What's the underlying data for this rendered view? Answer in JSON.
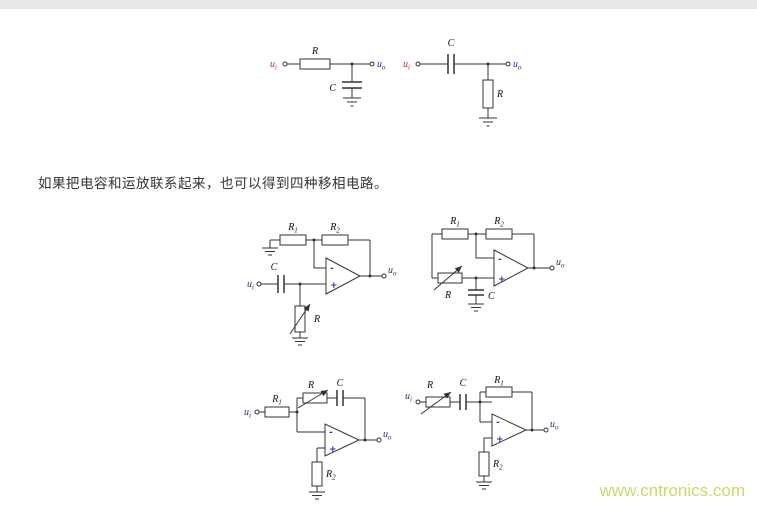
{
  "page": {
    "paragraph": "如果把电容和运放联系起来，也可以得到四种移相电路。",
    "watermark": "www.cntronics.com"
  },
  "colors": {
    "input_label": "#cc2222",
    "output_label": "#2222cc",
    "opamp_sign": "#2233bb",
    "wire": "#333333",
    "watermark": "#ccd96a",
    "top_strip": "#e8e8e8"
  },
  "rc_lowpass": {
    "series_resistor": "R",
    "shunt_capacitor": "C",
    "input_base": "u",
    "input_sub": "i",
    "output_base": "u",
    "output_sub": "o"
  },
  "rc_highpass": {
    "series_capacitor": "C",
    "shunt_resistor": "R",
    "input_base": "u",
    "input_sub": "i",
    "output_base": "u",
    "output_sub": "o"
  },
  "opamp1": {
    "r1_base": "R",
    "r1_sub": "1",
    "r2_base": "R",
    "r2_sub": "2",
    "input_capacitor": "C",
    "shunt_resistor": "R",
    "inverting_sign": "-",
    "noninverting_sign": "+",
    "input_base": "u",
    "input_sub": "i",
    "output_base": "u",
    "output_sub": "o"
  },
  "opamp2": {
    "r1_base": "R",
    "r1_sub": "1",
    "r2_base": "R",
    "r2_sub": "2",
    "series_resistor": "R",
    "shunt_capacitor": "C",
    "inverting_sign": "-",
    "noninverting_sign": "+",
    "output_base": "u",
    "output_sub": "o"
  },
  "opamp3": {
    "r1_base": "R",
    "r1_sub": "1",
    "r2_base": "R",
    "r2_sub": "2",
    "feedback_resistor": "R",
    "feedback_capacitor": "C",
    "inverting_sign": "-",
    "noninverting_sign": "+",
    "input_base": "u",
    "input_sub": "i",
    "output_base": "u",
    "output_sub": "o"
  },
  "opamp4": {
    "r1_base": "R",
    "r1_sub": "1",
    "r2_base": "R",
    "r2_sub": "2",
    "series_resistor": "R",
    "series_capacitor": "C",
    "inverting_sign": "-",
    "noninverting_sign": "+",
    "input_base": "u",
    "input_sub": "i",
    "output_base": "u",
    "output_sub": "o"
  }
}
